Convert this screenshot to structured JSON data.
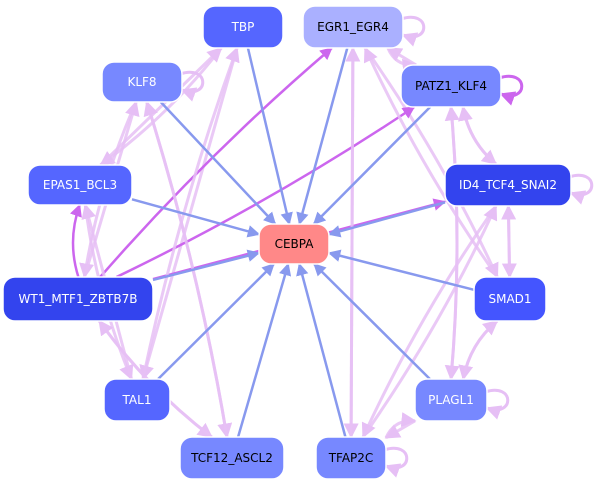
{
  "diagram": {
    "type": "gene-regulatory-network",
    "center_node": "CEBPA",
    "colors": {
      "edge_regulation": "#e6bff5",
      "edge_regulation_strong": "#cc77ee",
      "edge_to_center": "#8899ee",
      "center_fill": "#ff8888",
      "background": "#ffffff"
    },
    "nodes": [
      {
        "id": "TBP",
        "label": "TBP",
        "fill": "#5566ff",
        "text": "light"
      },
      {
        "id": "EGR1_EGR4",
        "label": "EGR1_EGR4",
        "fill": "#aab0ff",
        "text": "dark"
      },
      {
        "id": "KLF8",
        "label": "KLF8",
        "fill": "#7788ff",
        "text": "light"
      },
      {
        "id": "PATZ1_KLF4",
        "label": "PATZ1_KLF4",
        "fill": "#7788ff",
        "text": "dark"
      },
      {
        "id": "EPAS1_BCL3",
        "label": "EPAS1_BCL3",
        "fill": "#5566ff",
        "text": "light"
      },
      {
        "id": "ID4_TCF4_SNAI2",
        "label": "ID4_TCF4_SNAI2",
        "fill": "#3344ee",
        "text": "light"
      },
      {
        "id": "CEBPA",
        "label": "CEBPA",
        "fill": "#ff8888",
        "text": "dark"
      },
      {
        "id": "WT1_MTF1_ZBTB7B",
        "label": "WT1_MTF1_ZBTB7B",
        "fill": "#3344ee",
        "text": "light"
      },
      {
        "id": "SMAD1",
        "label": "SMAD1",
        "fill": "#4455ff",
        "text": "light"
      },
      {
        "id": "TAL1",
        "label": "TAL1",
        "fill": "#5566ff",
        "text": "light"
      },
      {
        "id": "PLAGL1",
        "label": "PLAGL1",
        "fill": "#7788ff",
        "text": "light"
      },
      {
        "id": "TCF12_ASCL2",
        "label": "TCF12_ASCL2",
        "fill": "#7788ff",
        "text": "dark"
      },
      {
        "id": "TFAP2C",
        "label": "TFAP2C",
        "fill": "#7788ff",
        "text": "dark"
      }
    ],
    "self_loops": [
      "EGR1_EGR4",
      "KLF8",
      "PATZ1_KLF4",
      "ID4_TCF4_SNAI2",
      "PLAGL1",
      "TFAP2C"
    ],
    "edges_to_center": [
      "TBP",
      "EGR1_EGR4",
      "KLF8",
      "PATZ1_KLF4",
      "EPAS1_BCL3",
      "ID4_TCF4_SNAI2",
      "WT1_MTF1_ZBTB7B",
      "SMAD1",
      "TAL1",
      "PLAGL1",
      "TCF12_ASCL2",
      "TFAP2C"
    ],
    "strong_edges": [
      [
        "WT1_MTF1_ZBTB7B",
        "EPAS1_BCL3"
      ],
      [
        "WT1_MTF1_ZBTB7B",
        "EGR1_EGR4"
      ],
      [
        "WT1_MTF1_ZBTB7B",
        "ID4_TCF4_SNAI2"
      ],
      [
        "WT1_MTF1_ZBTB7B",
        "PATZ1_KLF4"
      ]
    ]
  }
}
